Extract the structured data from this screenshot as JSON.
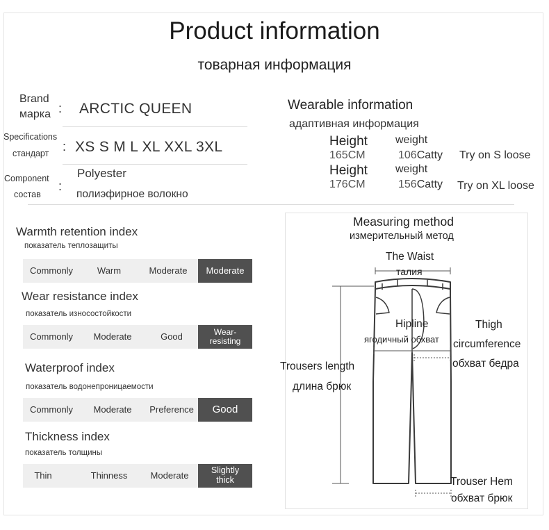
{
  "header": {
    "title": "Product information",
    "subtitle": "товарная информация"
  },
  "specs": {
    "brand_label": "Brand",
    "brand_label_ru": "марка",
    "brand_value": "ARCTIC QUEEN",
    "spec_label": "Specifications",
    "spec_label_ru": "стандарт",
    "spec_value": "XS S M L XL XXL 3XL",
    "comp_label": "Component",
    "comp_label_ru": "состав",
    "comp_value": "Polyester",
    "comp_value_ru": "полиэфирное волокно",
    "colon": ":"
  },
  "wearable": {
    "title": "Wearable information",
    "title_ru": "адаптивная информация",
    "rows": [
      {
        "height_label": "Height",
        "height": "165CM",
        "weight_label": "weight",
        "weight_num": "106",
        "weight_unit": "Catty",
        "note": "Try on S loose"
      },
      {
        "height_label": "Height",
        "height": "176CM",
        "weight_label": "weight",
        "weight_num": "156",
        "weight_unit": "Catty",
        "note": "Try on XL loose"
      }
    ]
  },
  "indices": [
    {
      "title": "Warmth retention index",
      "title_ru": "показатель теплозащиты",
      "options": [
        "Commonly",
        "Warm",
        "Moderate",
        "Moderate"
      ],
      "selected": 3
    },
    {
      "title": "Wear resistance index",
      "title_ru": "показатель износостойкости",
      "options": [
        "Commonly",
        "Moderate",
        "Good",
        "Wear-\nresisting"
      ],
      "selected": 3
    },
    {
      "title": "Waterproof index",
      "title_ru": "показатель водонепроницаемости",
      "options": [
        "Commonly",
        "Moderate",
        "Preference",
        "Good"
      ],
      "selected": 3
    },
    {
      "title": "Thickness index",
      "title_ru": "показатель толщины",
      "options": [
        "Thin",
        "Thinness",
        "Moderate",
        "Slightly\nthick"
      ],
      "selected": 3
    }
  ],
  "measuring": {
    "title": "Measuring method",
    "title_ru": "измерительный метод",
    "waist": "The Waist",
    "waist_ru": "талия",
    "hipline": "Hipline",
    "hipline_ru": "ягодичный обхват",
    "thigh": "Thigh",
    "thigh_2": "circumference",
    "thigh_ru": "обхват бедра",
    "length": "Trousers length",
    "length_ru": "длина брюк",
    "hem": "Trouser Hem",
    "hem_ru": "обхват брюк"
  },
  "colors": {
    "selected_cell": "#505050",
    "bar_bg": "#efefef",
    "text": "#222222"
  }
}
